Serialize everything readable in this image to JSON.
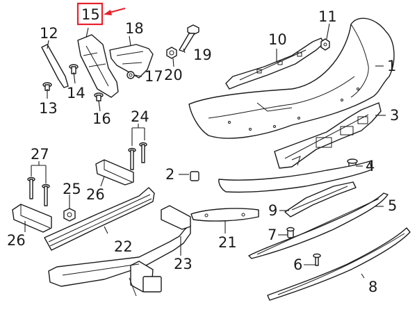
{
  "highlight": {
    "label": "15",
    "box_color": "#e8202a",
    "arrow_color": "#e8202a"
  },
  "callouts": {
    "c1": "1",
    "c2": "2",
    "c3": "3",
    "c4": "4",
    "c5": "5",
    "c6": "6",
    "c7": "7",
    "c8": "8",
    "c9": "9",
    "c10": "10",
    "c11": "11",
    "c12": "12",
    "c13": "13",
    "c14": "14",
    "c16": "16",
    "c17": "17",
    "c18": "18",
    "c19": "19",
    "c20": "20",
    "c21": "21",
    "c22": "22",
    "c23": "23",
    "c24": "24",
    "c25": "25",
    "c26a": "26",
    "c26b": "26",
    "c27": "27"
  },
  "colors": {
    "line": "#1a1a1a",
    "background": "#ffffff",
    "highlight": "#e8202a"
  }
}
